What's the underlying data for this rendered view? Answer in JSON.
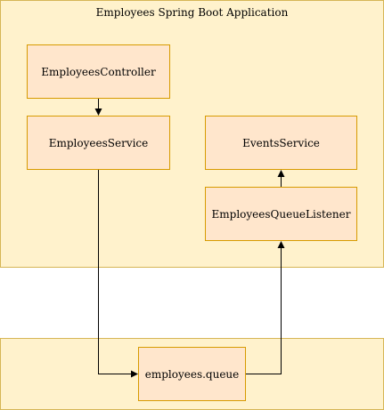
{
  "colors": {
    "container_fill": "#fff2cc",
    "container_border": "#d6b656",
    "node_fill": "#ffe6cc",
    "node_border": "#d79b00",
    "edge": "#000000"
  },
  "app_container": {
    "title": "Employees Spring Boot Application"
  },
  "queue_container": {
    "title": ""
  },
  "nodes": {
    "employees_controller": "EmployeesController",
    "employees_service": "EmployeesService",
    "events_service": "EventsService",
    "employees_queue_listener": "EmployeesQueueListener",
    "employees_queue": "employees.queue"
  },
  "edges": [
    {
      "from": "EmployeesController",
      "to": "EmployeesService"
    },
    {
      "from": "EmployeesService",
      "to": "employees.queue"
    },
    {
      "from": "employees.queue",
      "to": "EmployeesQueueListener"
    },
    {
      "from": "EmployeesQueueListener",
      "to": "EventsService"
    }
  ]
}
